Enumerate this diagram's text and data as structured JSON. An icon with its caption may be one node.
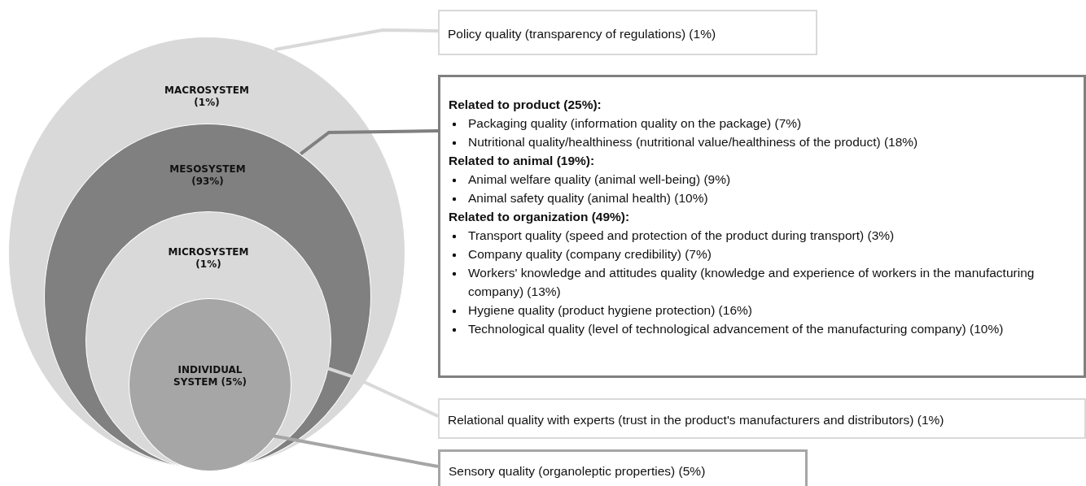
{
  "diagram": {
    "nodes": [
      {
        "text": [
          "MACROSYSTEM (1%)"
        ]
      },
      {
        "text": [
          "MESOSYSTEM (93%)"
        ],
        "in": 0
      },
      {
        "text": [
          "MICROSYSTEM (1%)"
        ],
        "in": 1
      },
      {
        "text": [
          "INDIVIDUAL SYSTEM (5%)"
        ],
        "in": 2
      },
      {
        "text": [
          "Policy quality (transparency of regulations) (1%)"
        ]
      },
      {
        "text": [
          "Related to product (25%):",
          "Packaging quality (information quality on the package) (7%)",
          "Nutritional quality/healthiness (nutritional value/healthiness of the product) (18%)",
          "Related to animal (19%):",
          "Animal welfare quality (animal well-being) (9%)",
          "Animal safety quality (animal health) (10%)",
          "Related to organization (49%):",
          "Transport quality (speed and protection of the product during transport) (3%)",
          "Company quality (company credibility) (7%)",
          "Workers' knowledge and attitudes quality (knowledge and experience of workers in the manufacturing company) (13%)",
          "Hygiene quality (product hygiene protection) (16%)",
          "Technological quality (level of technological advancement of the manufacturing company) (10%)"
        ]
      },
      {
        "text": [
          "Relational quality with experts (trust in the product's manufacturers and distributors) (1%)"
        ]
      },
      {
        "text": [
          "Sensory quality (organoleptic properties) (5%)"
        ]
      }
    ],
    "edges": [
      {
        "from": 0,
        "to": 4,
        "arrow": "none",
        "color": "#d9d9d9"
      },
      {
        "from": 1,
        "to": 5,
        "arrow": "none",
        "color": "#808080"
      },
      {
        "from": 2,
        "to": 6,
        "arrow": "none",
        "color": "#d9d9d9"
      },
      {
        "from": 3,
        "to": 7,
        "arrow": "none",
        "color": "#a6a6a6"
      }
    ]
  }
}
